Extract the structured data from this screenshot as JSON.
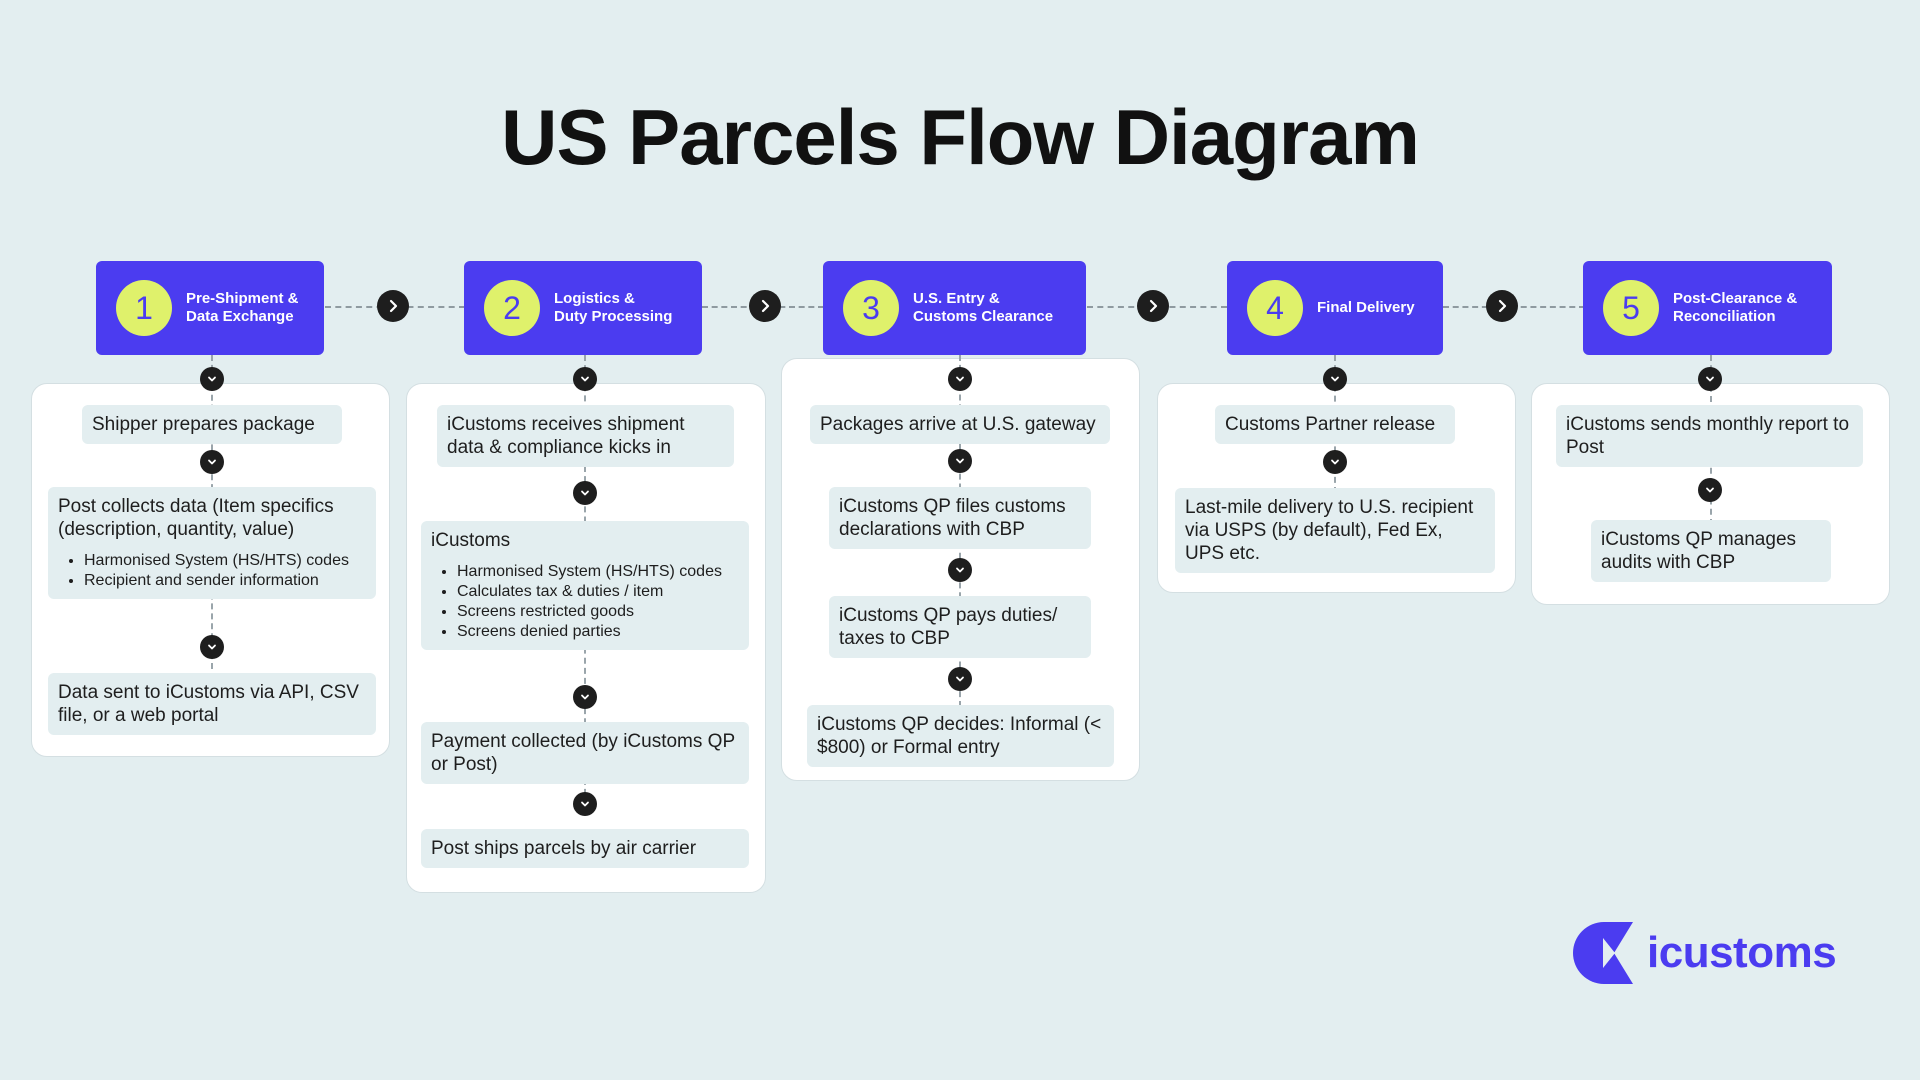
{
  "title": "US Parcels Flow Diagram",
  "colors": {
    "background": "#e3eef0",
    "accent": "#4b3cf0",
    "highlight": "#dff16b",
    "card": "#ffffff",
    "connector": "#1e1e1e"
  },
  "steps": [
    {
      "number": "1",
      "title": "Pre-Shipment &\nData Exchange",
      "items": [
        {
          "text": "Shipper  prepares package"
        },
        {
          "text": "Post collects data (Item specifics (description, quantity, value)",
          "bullets": [
            "Harmonised System (HS/HTS) codes",
            "Recipient and sender information"
          ]
        },
        {
          "text": "Data sent to iCustoms via  API, CSV file, or a web portal"
        }
      ]
    },
    {
      "number": "2",
      "title": "Logistics &\nDuty Processing",
      "items": [
        {
          "text": "iCustoms receives shipment data & compliance kicks in"
        },
        {
          "text": "iCustoms",
          "bullets": [
            "Harmonised System (HS/HTS) codes",
            "Calculates tax & duties / item",
            "Screens restricted goods",
            "Screens  denied parties"
          ]
        },
        {
          "text": "Payment collected (by iCustoms QP or Post)"
        },
        {
          "text": "Post ships parcels by air carrier"
        }
      ]
    },
    {
      "number": "3",
      "title": "U.S. Entry &\nCustoms Clearance",
      "items": [
        {
          "text": "Packages arrive at U.S. gateway"
        },
        {
          "text": "iCustoms QP files customs declarations with CBP"
        },
        {
          "text": "iCustoms QP pays duties/ taxes to CBP"
        },
        {
          "text": "iCustoms QP decides: Informal (< $800) or Formal entry"
        }
      ]
    },
    {
      "number": "4",
      "title": "Final Delivery",
      "items": [
        {
          "text": "Customs Partner release"
        },
        {
          "text": "Last-mile delivery to U.S. recipient via USPS (by default), Fed Ex, UPS etc."
        }
      ]
    },
    {
      "number": "5",
      "title": "Post-Clearance &\nReconciliation",
      "items": [
        {
          "text": "iCustoms sends monthly report to Post"
        },
        {
          "text": "iCustoms QP manages audits with CBP"
        }
      ]
    }
  ],
  "logo": {
    "text": "icustoms",
    "icon": "icustoms-logo-icon"
  },
  "icons": {
    "next": "chevron-right-icon",
    "down": "chevron-down-icon"
  }
}
